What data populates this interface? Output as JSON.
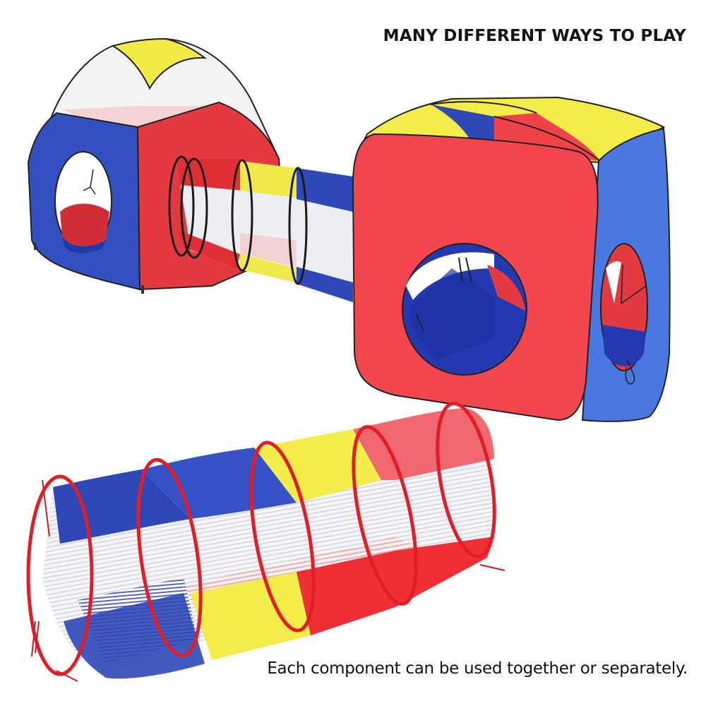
{
  "headline": "MANY DIFFERENT WAYS TO PLAY",
  "caption": "Each component can be used together or separately.",
  "colors": {
    "red": "#f2474e",
    "red_dark": "#e0262c",
    "blue": "#2f46b8",
    "blue_light": "#4f82e6",
    "yellow": "#f4ec4a",
    "outline": "#1e1e1e",
    "mesh": "#eef0f4"
  },
  "components": [
    {
      "name": "pyramid-tent",
      "colors": [
        "blue",
        "red",
        "yellow",
        "mesh"
      ]
    },
    {
      "name": "connecting-tunnel",
      "colors": [
        "red",
        "yellow",
        "blue",
        "mesh"
      ]
    },
    {
      "name": "cube-tent",
      "colors": [
        "red",
        "blue",
        "yellow"
      ]
    },
    {
      "name": "standalone-tunnel",
      "colors": [
        "blue",
        "yellow",
        "red",
        "mesh"
      ]
    }
  ]
}
